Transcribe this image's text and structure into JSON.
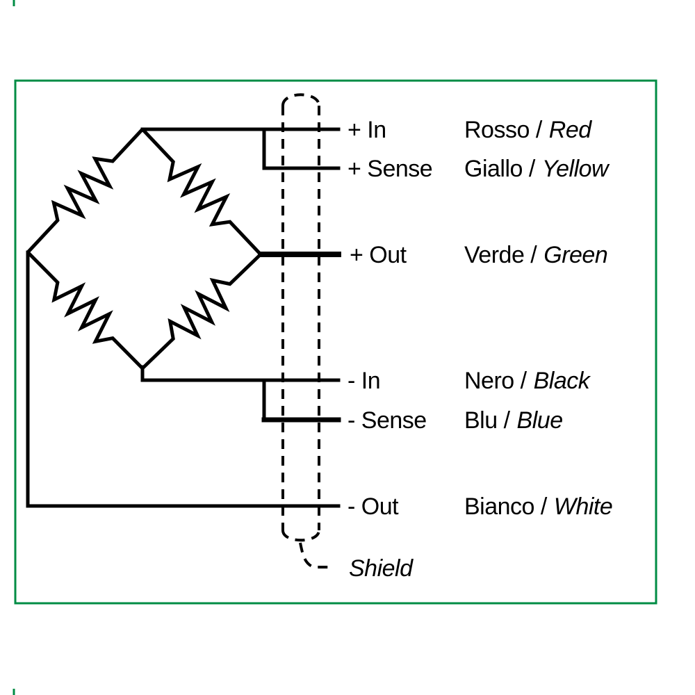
{
  "frame": {
    "border_color": "#008c44",
    "background": "#ffffff"
  },
  "diagram": {
    "type": "load-cell wheatstone bridge wiring diagram",
    "line_color": "#000000"
  },
  "connections": [
    {
      "terminal": "+ In",
      "color_label": "Rosso /",
      "color_label_italic": "Red"
    },
    {
      "terminal": "+ Sense",
      "color_label": "Giallo /",
      "color_label_italic": "Yellow"
    },
    {
      "terminal": "+ Out",
      "color_label": "Verde /",
      "color_label_italic": "Green"
    },
    {
      "terminal": "- In",
      "color_label": "Nero /",
      "color_label_italic": "Black"
    },
    {
      "terminal": "- Sense",
      "color_label": "Blu /",
      "color_label_italic": "Blue"
    },
    {
      "terminal": "- Out",
      "color_label": "Bianco /",
      "color_label_italic": "White"
    }
  ],
  "shield": {
    "label": "Shield"
  }
}
